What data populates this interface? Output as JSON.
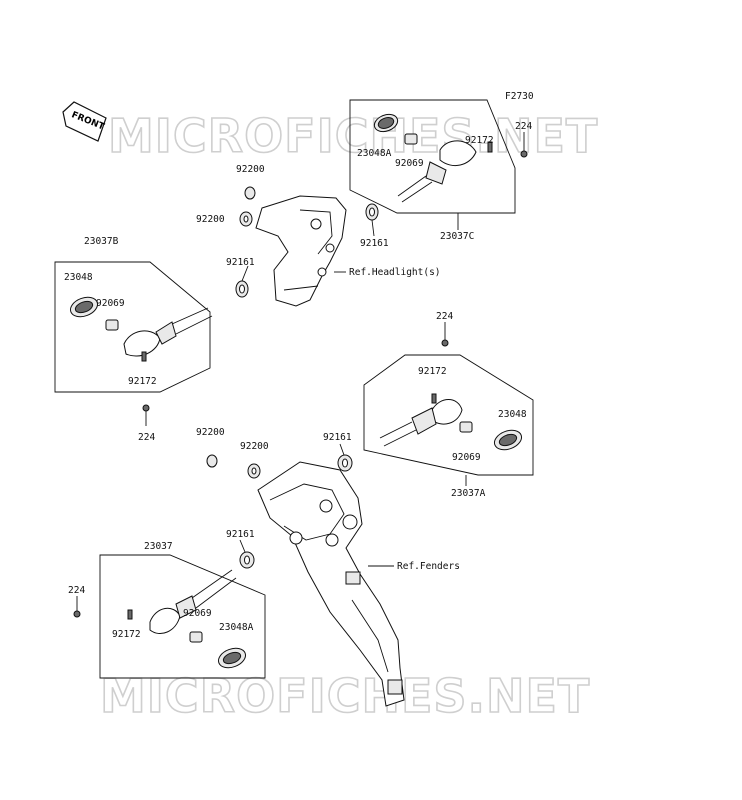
{
  "figure_code": "F2730",
  "front_label": "FRONT",
  "watermark": "MICROFICHES.NET",
  "refs": {
    "headlight": "Ref.Headlight(s)",
    "fenders": "Ref.Fenders"
  },
  "labels": {
    "a1": "92200",
    "a2": "92200",
    "a3": "92161",
    "b_group": "23037B",
    "b_lens": "23048",
    "b_bulb": "92069",
    "b_screw": "92172",
    "b_bolt": "224",
    "c_lens": "23048A",
    "c_bulb": "92069",
    "c_screw": "92172",
    "c_bolt": "224",
    "c_nut": "92161",
    "c_group": "23037C",
    "r_bolt": "224",
    "r_screw": "92172",
    "r_lens": "23048",
    "r_nut": "92161",
    "r_bulb": "92069",
    "r_group": "23037A",
    "f1": "92200",
    "f2": "92200",
    "l_group": "23037",
    "l_nut": "92161",
    "l_bolt": "224",
    "l_bulb": "92069",
    "l_screw": "92172",
    "l_lens": "23048A"
  }
}
